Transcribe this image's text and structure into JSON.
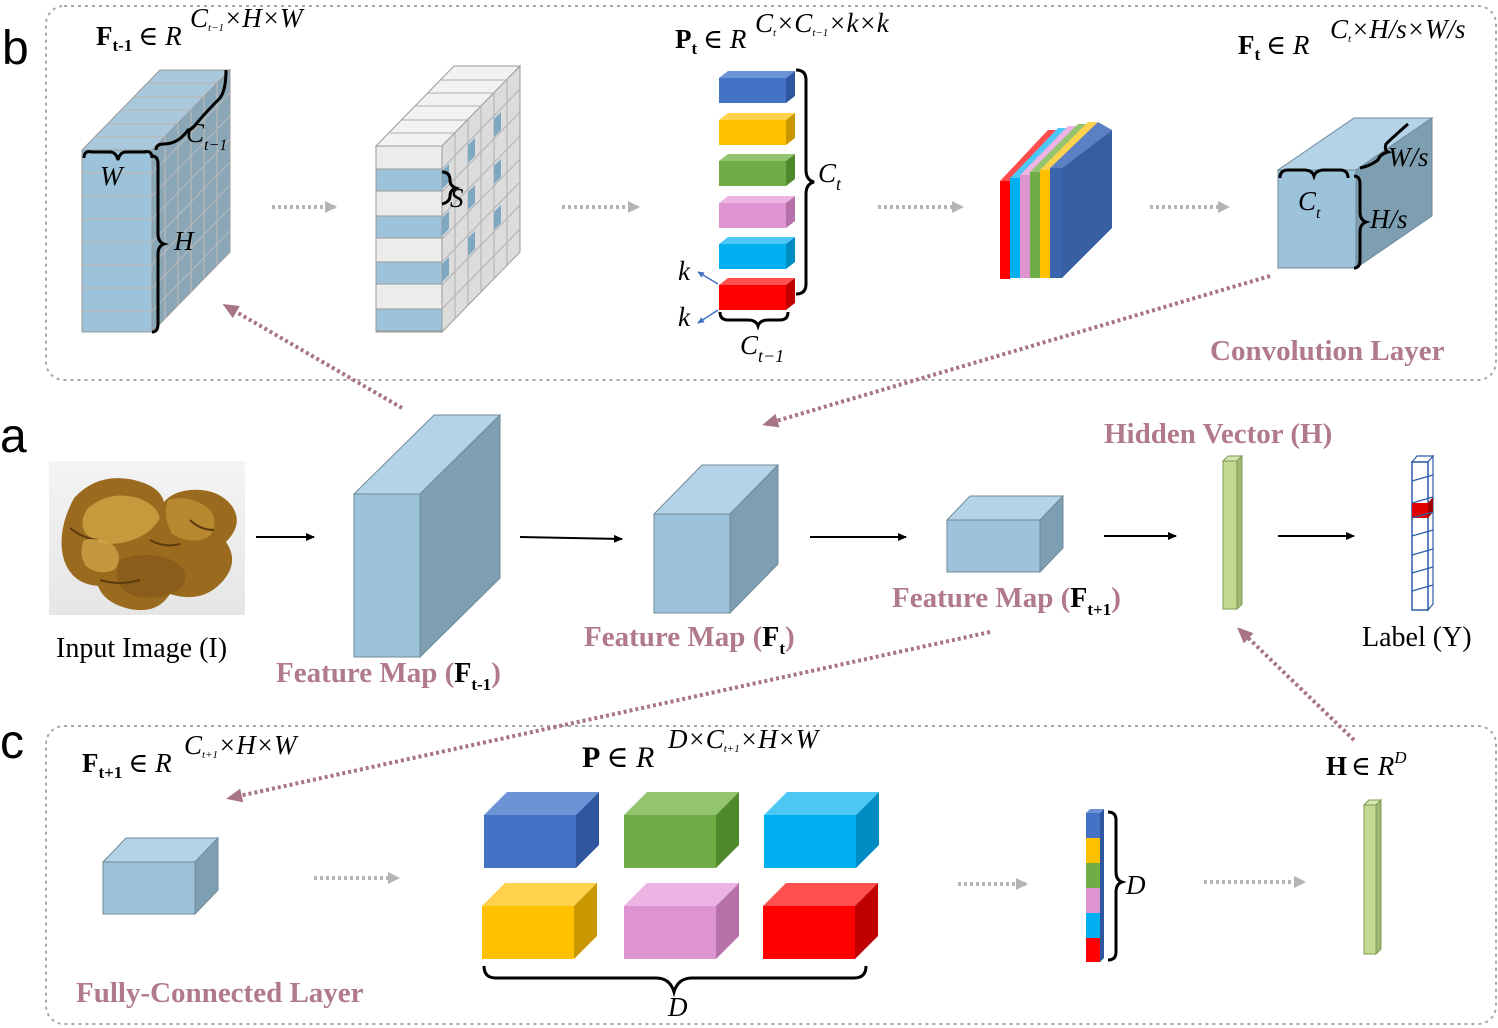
{
  "panels": {
    "a": "a",
    "b": "b",
    "c": "c"
  },
  "section_labels": {
    "convolution": "Convolution Layer",
    "fully_connected": "Fully-Connected Layer",
    "hidden_vector": "Hidden Vector (H)"
  },
  "main_row": {
    "input_label": "Input Image (I)",
    "feature_map_text": "Feature Map (",
    "f_t_minus_1": "F",
    "sub_t_minus_1": "t-1",
    "f_t": "F",
    "sub_t": "t",
    "f_t_plus_1": "F",
    "sub_t_plus_1": "t+1",
    "close_paren": ")",
    "label_text": "Label (Y)"
  },
  "formulas_b": {
    "f_prev_base": "F",
    "f_prev_sub": "t-1",
    "in_sym": "∈ R",
    "f_prev_exp": "C",
    "f_prev_exp_sub": "t−1",
    "f_prev_exp_tail": "×H×W",
    "p_base": "P",
    "p_sub": "t",
    "p_exp_c1": "C",
    "p_exp_c1_sub": "t",
    "p_exp_mid": "×C",
    "p_exp_c2_sub": "t−1",
    "p_exp_tail": "×k×k",
    "f_out_base": "F",
    "f_out_sub": "t",
    "f_out_exp_c": "C",
    "f_out_exp_c_sub": "t",
    "f_out_exp_tail": "×H/s×W/s"
  },
  "formulas_c": {
    "f_base": "F",
    "f_sub": "t+1",
    "in_sym": "∈ R",
    "f_exp_c": "C",
    "f_exp_c_sub": "t+1",
    "f_exp_tail": "×H×W",
    "p_base": "P",
    "p_exp_head": "D×C",
    "p_exp_sub": "t+1",
    "p_exp_tail": "×H×W",
    "h_base": "H",
    "h_in": "∈ R",
    "h_exp": "D"
  },
  "dims": {
    "C": "C",
    "sub_t_minus_1": "t−1",
    "sub_t": "t",
    "W": "W",
    "H": "H",
    "S": "S",
    "k": "k",
    "W_over_s": "W/s",
    "H_over_s": "H/s",
    "D": "D"
  },
  "colors": {
    "cube_front": "#9dc3da",
    "cube_top": "#b4d3e6",
    "cube_side": "#7d9fb1",
    "mauve_text": "#b07a89",
    "arrow_mauve": "#a87382",
    "arrow_gray": "#b4b4b4",
    "vector_green": "#c3d98f",
    "blue": "#4472c4",
    "gold": "#ffc000",
    "green": "#70ad47",
    "pink": "#df94d2",
    "cyan": "#00b0f0",
    "red": "#ff0000",
    "label_vector_border": "#2e5da8"
  }
}
